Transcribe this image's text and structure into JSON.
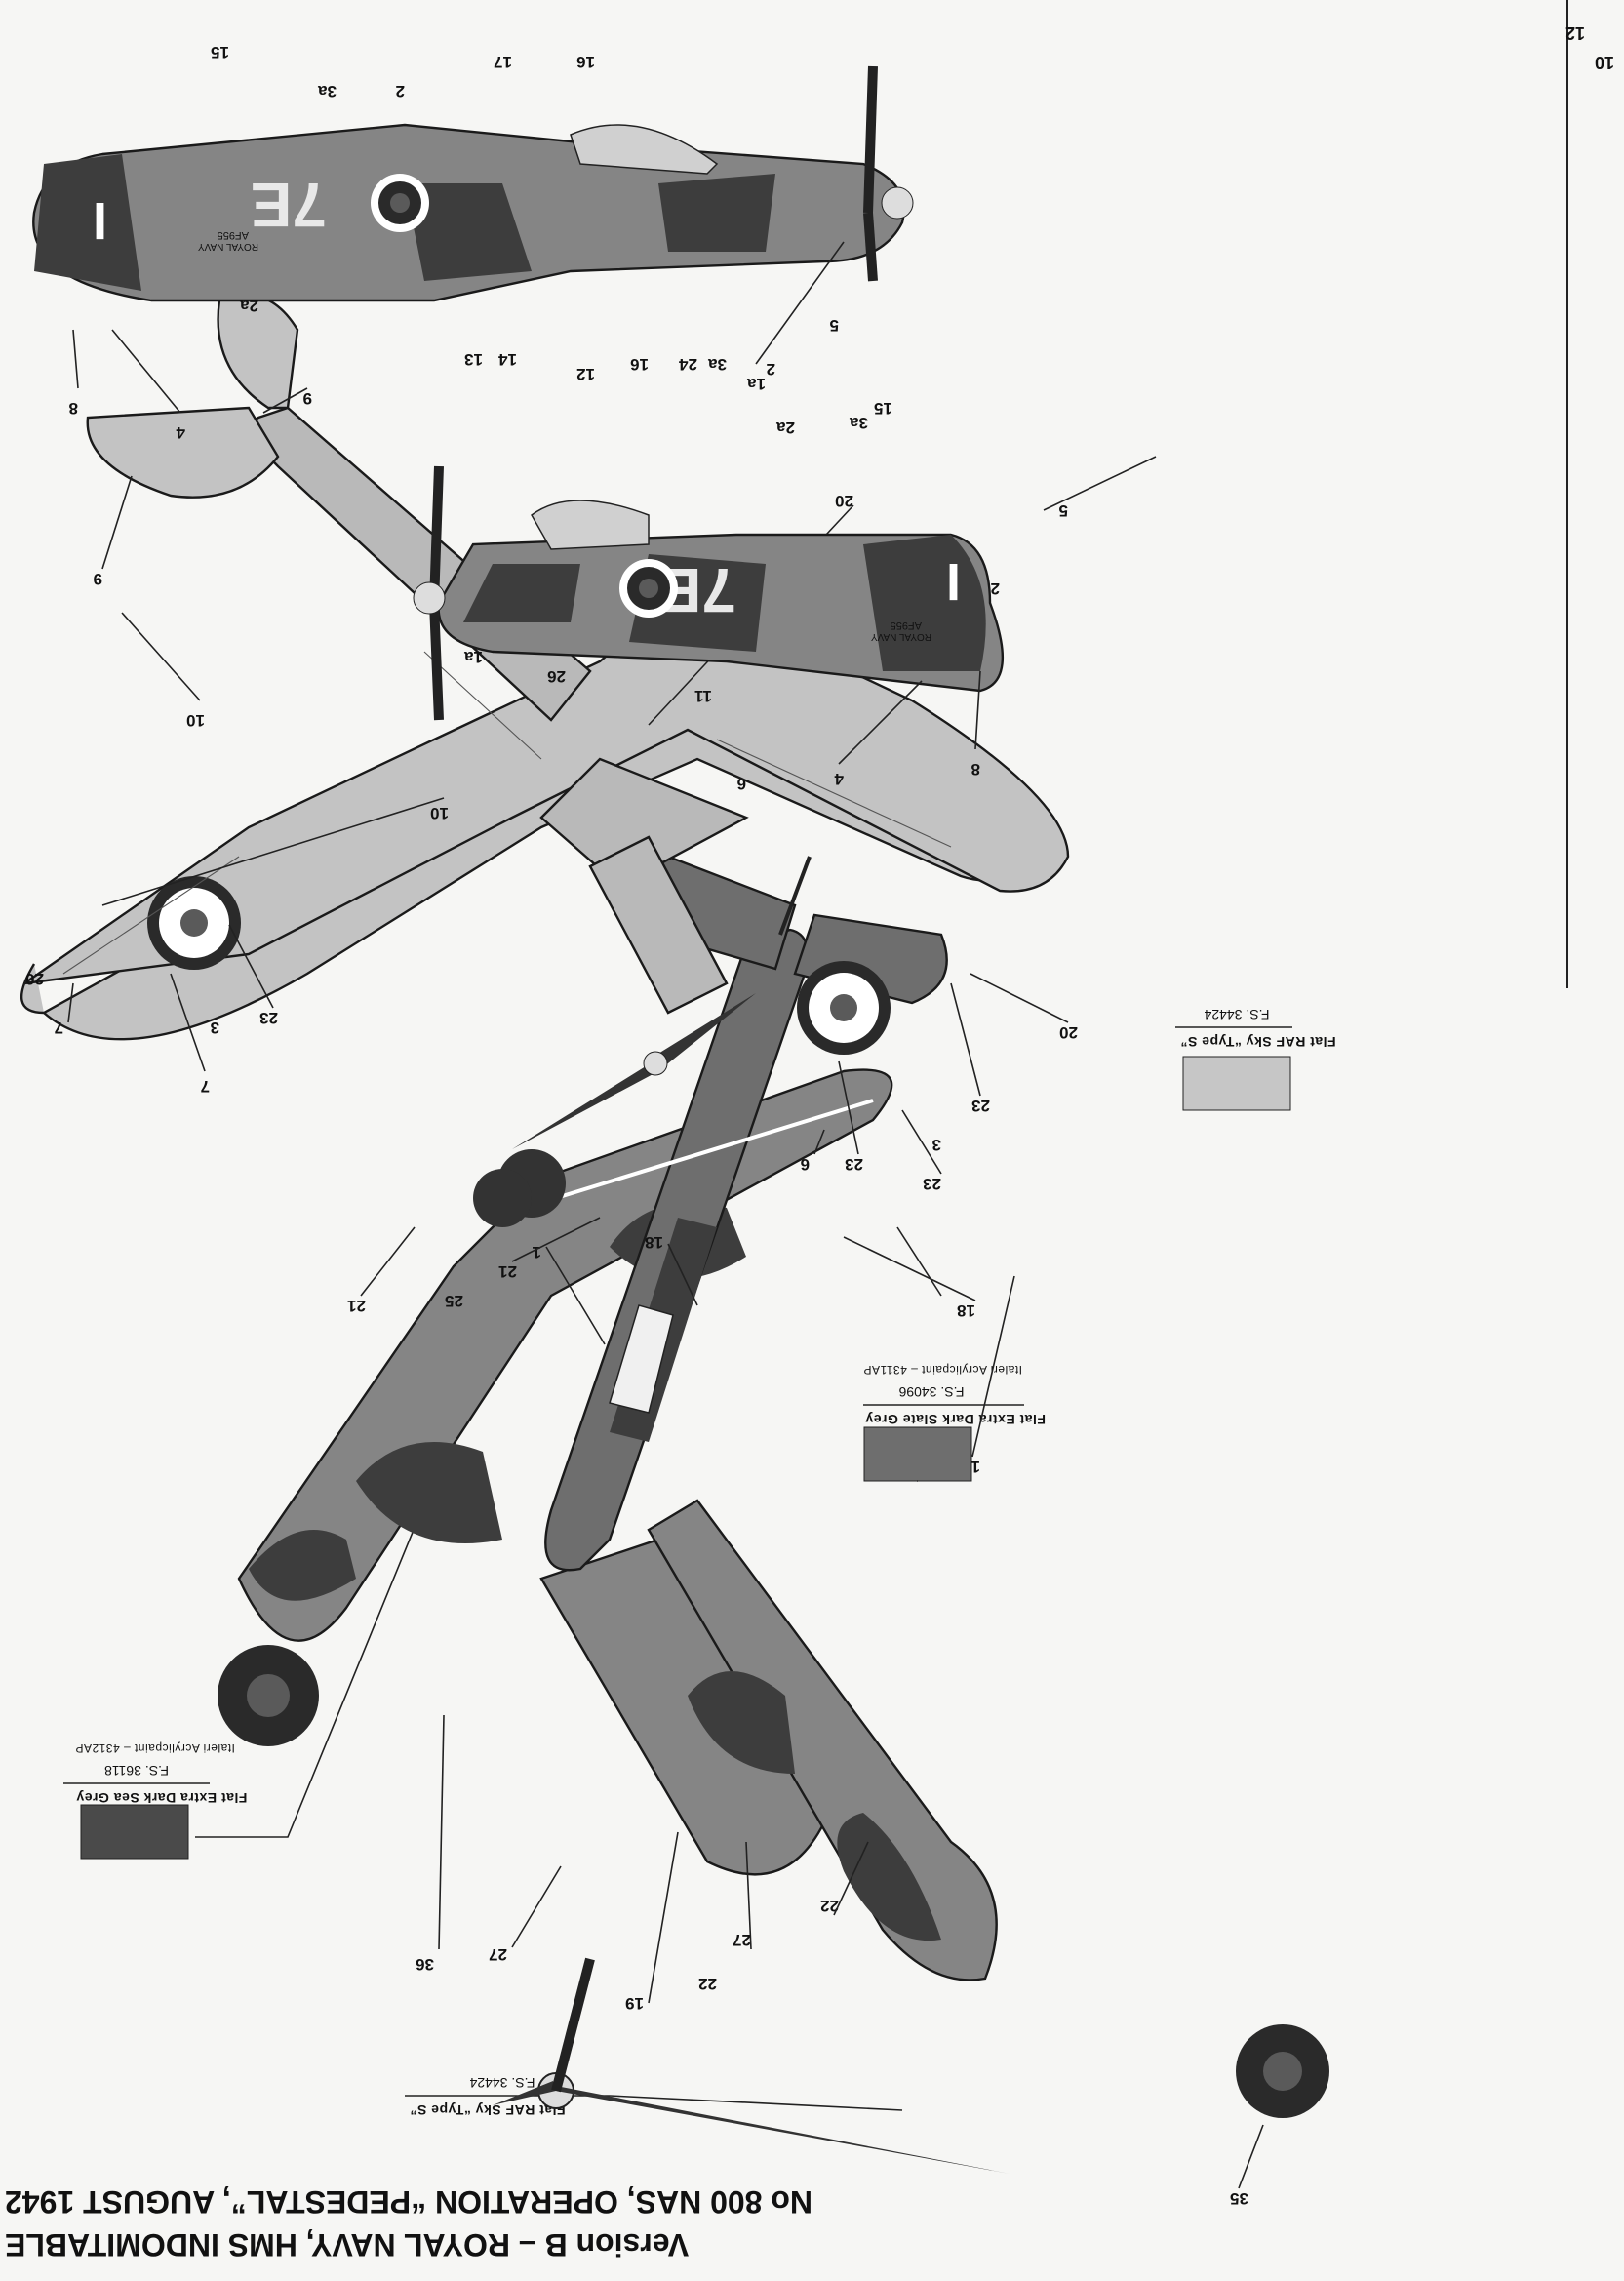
{
  "page": {
    "numbers": [
      "10",
      "12"
    ],
    "heading_line1": "Version B – ROYAL NAVY, HMS INDOMITABLE",
    "heading_line2": "No 800 NAS, OPERATION “PEDESTAL”, AUGUST 1942"
  },
  "colors": {
    "flat_extra_dark_sea_grey": "#4a4a4a",
    "flat_extra_dark_slate_grey": "#6e6e6e",
    "flat_raf_sky_type_s": "#c6c6c6",
    "dark_camouflage": "#3d3d3d",
    "mid_camouflage": "#858585",
    "underside": "#c3c3c3",
    "roundel_blue": "#2a2a2a",
    "roundel_white": "#ffffff",
    "roundel_red": "#5a5a5a"
  },
  "legend": [
    {
      "name": "Flat Extra Dark Sea Grey",
      "fs": "F.S. 36118",
      "acrylicpaint": "Italeri Acrylicpaint – 4312AP"
    },
    {
      "name": "Flat Extra Dark Slate Grey",
      "fs": "F.S. 34096",
      "acrylicpaint": "Italeri Acrylicpaint – 4311AP"
    },
    {
      "name": "Flat RAF Sky “Type S”",
      "fs": "F.S. 34424"
    },
    {
      "name": "Flat RAF Sky “Type S”",
      "fs": "F.S. 34424"
    }
  ],
  "markings": {
    "fuselage_code": "7E",
    "serial": "AF955",
    "navy_label": "ROYAL NAVY",
    "fin_letter": "I"
  },
  "callouts": {
    "side_view_top": [
      "15",
      "3a",
      "2",
      "17",
      "16",
      "2a",
      "13",
      "14",
      "12",
      "1a",
      "8",
      "4"
    ],
    "side_view_right": [
      "16",
      "24",
      "3a",
      "2",
      "5",
      "2a",
      "3a",
      "15",
      "1a",
      "26",
      "11",
      "4",
      "8"
    ],
    "underside_view": [
      "9",
      "9",
      "10",
      "10",
      "20",
      "20",
      "20",
      "20",
      "7",
      "7",
      "23",
      "23",
      "23",
      "23",
      "3",
      "3",
      "21",
      "21",
      "25"
    ],
    "top_view": [
      "1",
      "1",
      "5",
      "18",
      "18",
      "6",
      "6",
      "36",
      "27",
      "27",
      "22",
      "22",
      "19",
      "35"
    ]
  }
}
